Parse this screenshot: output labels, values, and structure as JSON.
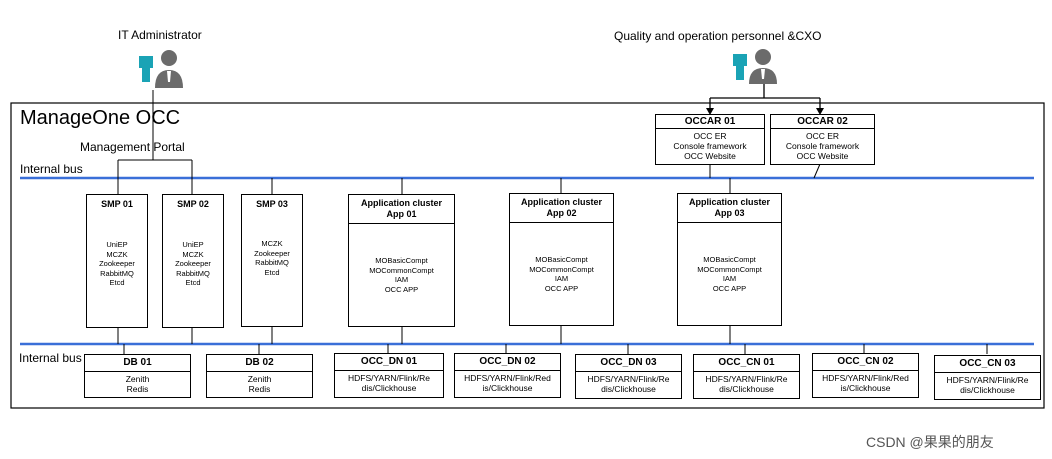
{
  "actors": {
    "it_admin": "IT Administrator",
    "quality_cxo": "Quality and operation personnel &CXO"
  },
  "system_title": "ManageOne OCC",
  "management_portal": "Management Portal",
  "internal_bus_top": "Internal bus",
  "internal_bus_bottom": "Internal bus",
  "occar": [
    {
      "title": "OCCAR 01",
      "lines": "OCC ER\nConsole framework\nOCC Website"
    },
    {
      "title": "OCCAR 02",
      "lines": "OCC ER\nConsole framework\nOCC Website"
    }
  ],
  "smp": [
    {
      "title": "SMP 01",
      "lines": "UniEP\nMCZK\nZookeeper\nRabbitMQ\nEtcd"
    },
    {
      "title": "SMP 02",
      "lines": "UniEP\nMCZK\nZookeeper\nRabbitMQ\nEtcd"
    },
    {
      "title": "SMP 03",
      "lines": "MCZK\nZookeeper\nRabbitMQ\nEtcd"
    }
  ],
  "apps": [
    {
      "title": "Application cluster\nApp 01",
      "lines": "MOBasicCompt\nMOCommonCompt\nIAM\nOCC APP"
    },
    {
      "title": "Application cluster\nApp 02",
      "lines": "MOBasicCompt\nMOCommonCompt\nIAM\nOCC APP"
    },
    {
      "title": "Application cluster\nApp 03",
      "lines": "MOBasicCompt\nMOCommonCompt\nIAM\nOCC APP"
    }
  ],
  "db": [
    {
      "title": "DB 01",
      "lines": "Zenith\nRedis"
    },
    {
      "title": "DB 02",
      "lines": "Zenith\nRedis"
    }
  ],
  "nodes": [
    {
      "title": "OCC_DN 01",
      "lines": "HDFS/YARN/Flink/Re\ndis/Clickhouse"
    },
    {
      "title": "OCC_DN 02",
      "lines": "HDFS/YARN/Flink/Red\nis/Clickhouse"
    },
    {
      "title": "OCC_DN 03",
      "lines": "HDFS/YARN/Flink/Re\ndis/Clickhouse"
    },
    {
      "title": "OCC_CN 01",
      "lines": "HDFS/YARN/Flink/Re\ndis/Clickhouse"
    },
    {
      "title": "OCC_CN 02",
      "lines": "HDFS/YARN/Flink/Red\nis/Clickhouse"
    },
    {
      "title": "OCC_CN 03",
      "lines": "HDFS/YARN/Flink/Re\ndis/Clickhouse"
    }
  ],
  "watermark": "CSDN @果果的朋友",
  "colors": {
    "bus": "#3a6fd8",
    "person_teal": "#1aa3b5",
    "person_gray": "#6b6b6b"
  }
}
